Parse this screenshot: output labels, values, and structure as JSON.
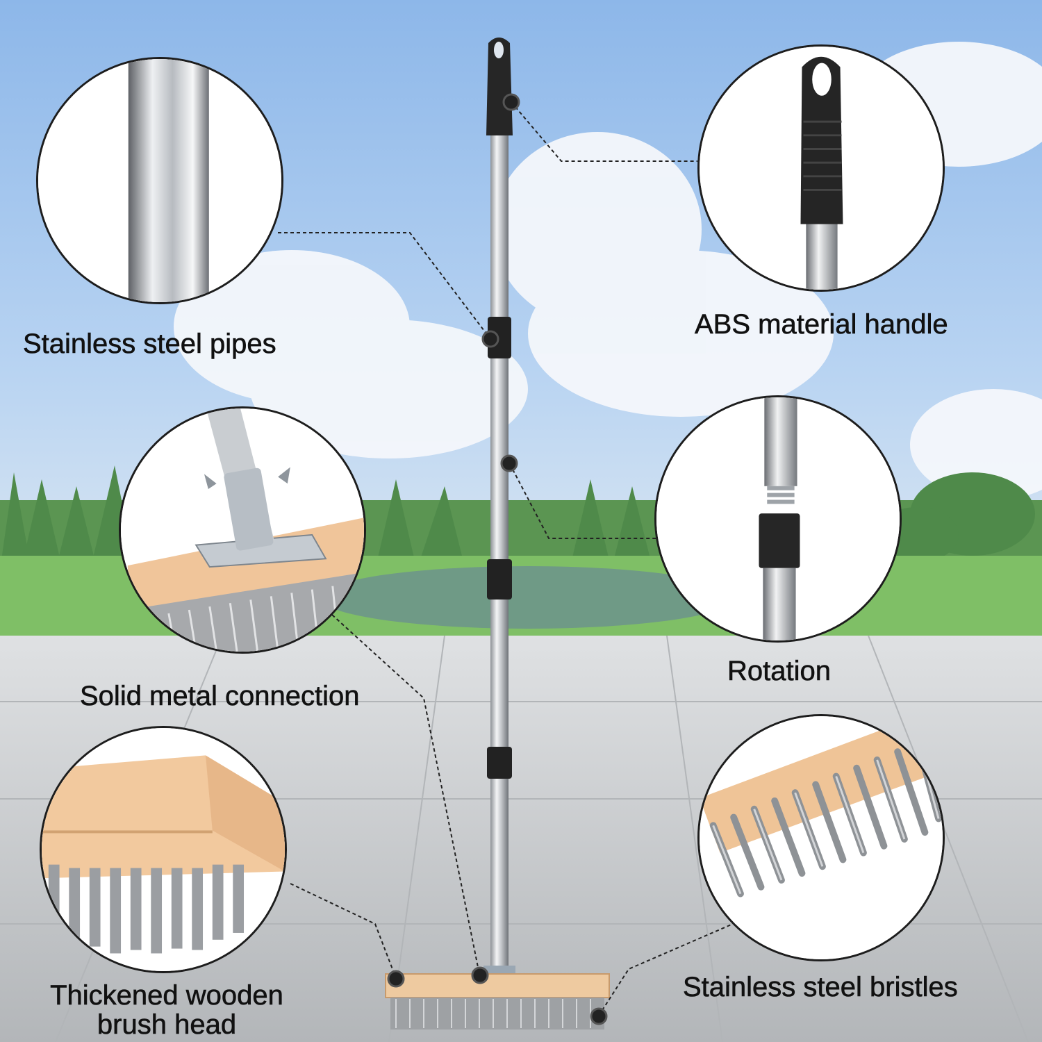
{
  "features": {
    "pipes": "Stainless steel pipes",
    "handle": "ABS material handle",
    "connection": "Solid metal connection",
    "rotation": "Rotation",
    "head_line1": "Thickened wooden",
    "head_line2": "brush head",
    "bristles": "Stainless steel bristles"
  },
  "colors": {
    "sky_top": "#8fb9ea",
    "ground": "#c9cccf",
    "wood": "#f1c9a0",
    "steel": "#c9ccd0",
    "grip": "#2a2a2a"
  }
}
